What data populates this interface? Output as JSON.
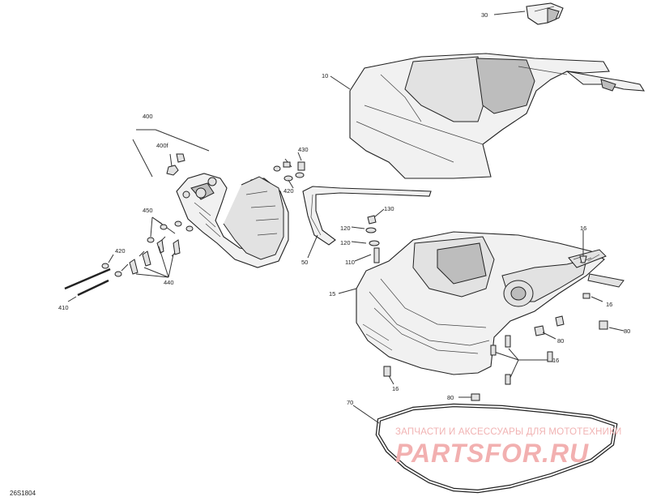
{
  "diagram": {
    "callouts": [
      "30",
      "10",
      "400",
      "400f",
      "430",
      "420",
      "450",
      "420",
      "440",
      "410",
      "50",
      "130",
      "120",
      "120",
      "110",
      "15",
      "16",
      "16",
      "16",
      "16",
      "80",
      "80",
      "80",
      "70"
    ],
    "diagram_code": "26S1804",
    "watermark": {
      "line1": "ЗАПЧАСТИ И АКСЕССУАРЫ ДЛЯ МОТОТЕХНИКИ",
      "line2": "PARTSFOR.RU"
    }
  }
}
